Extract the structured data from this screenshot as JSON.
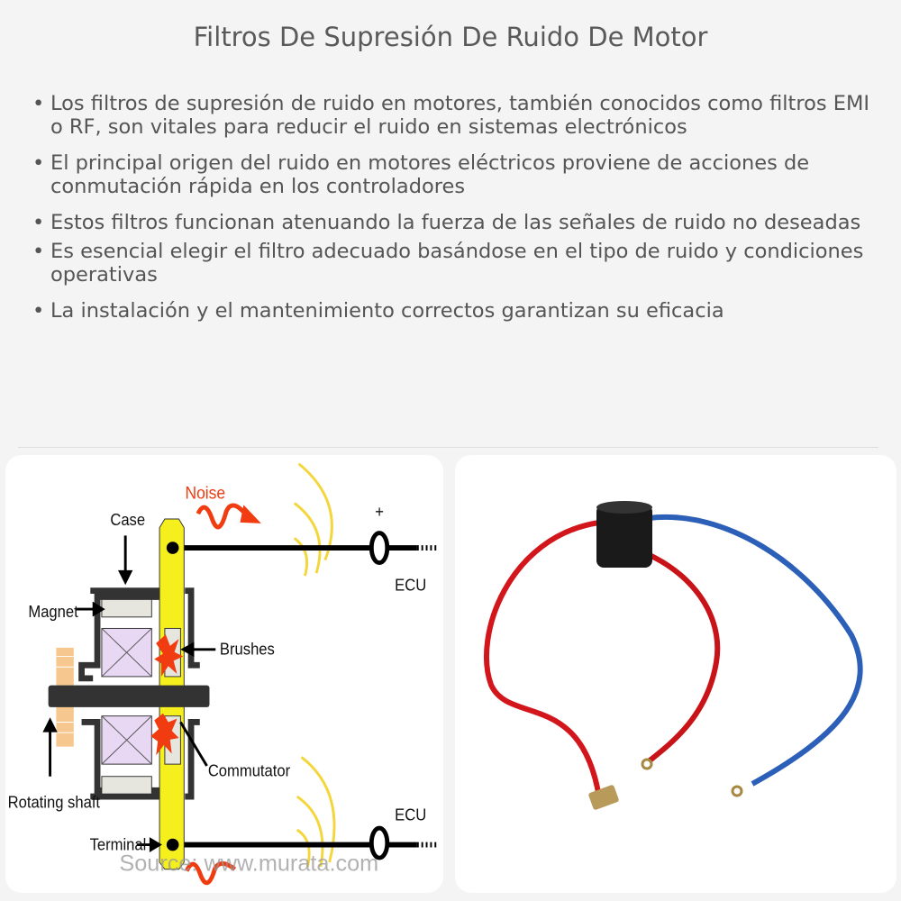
{
  "title": "Filtros De Supresión De Ruido De Motor",
  "bullets": [
    "Los filtros de supresión de ruido en motores, también conocidos como filtros EMI o RF, son vitales para reducir el ruido en sistemas electrónicos",
    "El principal origen del ruido en motores eléctricos proviene de acciones de conmutación rápida en los controladores",
    "Estos filtros funcionan atenuando la fuerza de las señales de ruido no deseadas",
    "Es esencial elegir el filtro adecuado basándose en el tipo de ruido y condiciones operativas",
    "La instalación y el mantenimiento correctos garantizan su eficacia"
  ],
  "diagram": {
    "noise": "Noise",
    "case": "Case",
    "magnet": "Magnet",
    "brushes": "Brushes",
    "commutator": "Commutator",
    "rotating_shaft": "Rotating shaft",
    "terminal": "Terminal",
    "ecu_top": "ECU",
    "ecu_bottom": "ECU",
    "plus": "+",
    "source": "Source: www.murata.com"
  },
  "photo": {
    "subject": "noise-suppression-filter-with-red-and-blue-wires"
  }
}
